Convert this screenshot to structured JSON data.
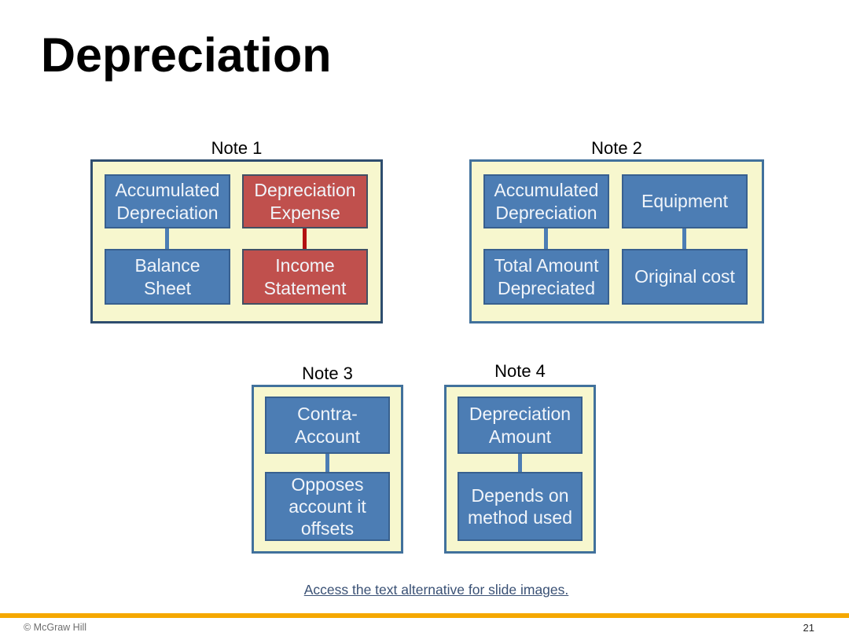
{
  "slide": {
    "title": "Depreciation",
    "alt_text_link": "Access the text alternative for slide images.",
    "footer": {
      "copyright": "© McGraw Hill",
      "page_number": "21"
    }
  },
  "colors": {
    "box_blue_fill": "#4C7DB4",
    "box_blue_border": "#38608F",
    "box_red_fill": "#C0504D",
    "box_red_border": "#415064",
    "panel_background": "#F7F7CE",
    "panel_border_note1": "#2E4D6E",
    "panel_border_light": "#41719C",
    "connector_red": "#B31111",
    "footer_accent": "#F5A800"
  },
  "notes": [
    {
      "label": "Note 1",
      "columns": [
        {
          "top": "Accumulated\nDepreciation",
          "bottom": "Balance\nSheet",
          "style": "blue"
        },
        {
          "top": "Depreciation\nExpense",
          "bottom": "Income\nStatement",
          "style": "red"
        }
      ]
    },
    {
      "label": "Note 2",
      "columns": [
        {
          "top": "Accumulated\nDepreciation",
          "bottom": "Total Amount\nDepreciated",
          "style": "blue"
        },
        {
          "top": "Equipment",
          "bottom": "Original cost",
          "style": "blue"
        }
      ]
    },
    {
      "label": "Note 3",
      "columns": [
        {
          "top": "Contra-\nAccount",
          "bottom": "Opposes\naccount it\noffsets",
          "style": "blue"
        }
      ]
    },
    {
      "label": "Note 4",
      "columns": [
        {
          "top": "Depreciation\nAmount",
          "bottom": "Depends on\nmethod used",
          "style": "blue"
        }
      ]
    }
  ]
}
